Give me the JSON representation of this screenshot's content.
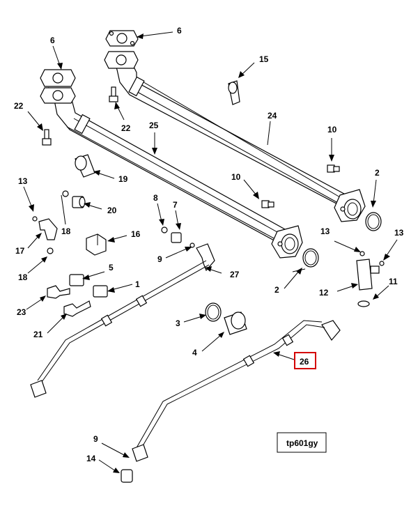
{
  "callouts": [
    {
      "id": "c6a",
      "text": "6"
    },
    {
      "id": "c6b",
      "text": "6"
    },
    {
      "id": "c15",
      "text": "15"
    },
    {
      "id": "c22a",
      "text": "22"
    },
    {
      "id": "c22b",
      "text": "22"
    },
    {
      "id": "c24",
      "text": "24"
    },
    {
      "id": "c25",
      "text": "25"
    },
    {
      "id": "c10a",
      "text": "10"
    },
    {
      "id": "c10b",
      "text": "10"
    },
    {
      "id": "c19",
      "text": "19"
    },
    {
      "id": "c2a",
      "text": "2"
    },
    {
      "id": "c2b",
      "text": "2"
    },
    {
      "id": "c13a",
      "text": "13"
    },
    {
      "id": "c13b",
      "text": "13"
    },
    {
      "id": "c13c",
      "text": "13"
    },
    {
      "id": "c20",
      "text": "20"
    },
    {
      "id": "c18a",
      "text": "18"
    },
    {
      "id": "c18b",
      "text": "18"
    },
    {
      "id": "c17",
      "text": "17"
    },
    {
      "id": "c16",
      "text": "16"
    },
    {
      "id": "c8",
      "text": "8"
    },
    {
      "id": "c7",
      "text": "7"
    },
    {
      "id": "c9a",
      "text": "9"
    },
    {
      "id": "c9b",
      "text": "9"
    },
    {
      "id": "c27",
      "text": "27"
    },
    {
      "id": "c5",
      "text": "5"
    },
    {
      "id": "c1",
      "text": "1"
    },
    {
      "id": "c23",
      "text": "23"
    },
    {
      "id": "c21",
      "text": "21"
    },
    {
      "id": "c12",
      "text": "12"
    },
    {
      "id": "c11",
      "text": "11"
    },
    {
      "id": "c3",
      "text": "3"
    },
    {
      "id": "c4",
      "text": "4"
    },
    {
      "id": "c26",
      "text": "26"
    },
    {
      "id": "c14",
      "text": "14"
    }
  ],
  "highlighted_callout": "26",
  "highlight_color": "#d40000",
  "reference_label": "tp601gy"
}
